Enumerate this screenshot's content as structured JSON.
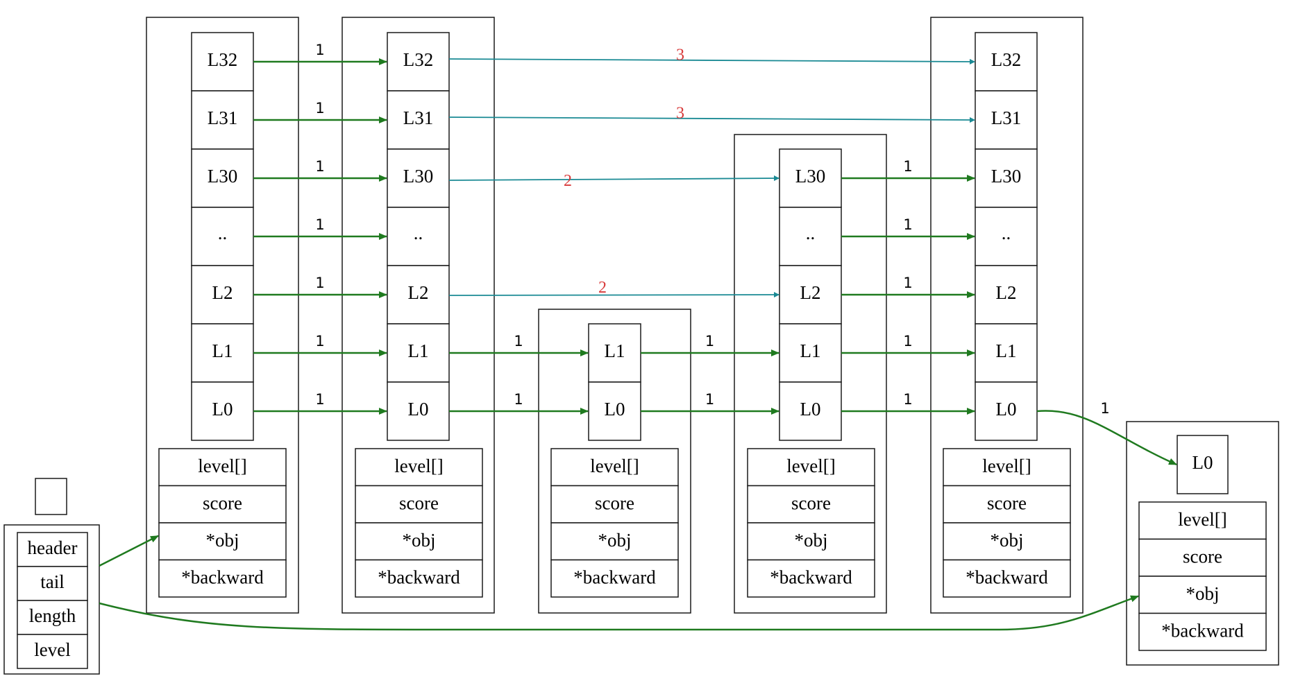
{
  "zskiplist": {
    "fields": [
      "header",
      "tail",
      "length",
      "level"
    ]
  },
  "node_fields": [
    "level[]",
    "score",
    "*obj",
    "*backward"
  ],
  "nodes": [
    {
      "levels": [
        "L32",
        "L31",
        "L30",
        "..",
        "L2",
        "L1",
        "L0"
      ]
    },
    {
      "levels": [
        "L32",
        "L31",
        "L30",
        "..",
        "L2",
        "L1",
        "L0"
      ]
    },
    {
      "levels": [
        "L1",
        "L0"
      ]
    },
    {
      "levels": [
        "L30",
        "..",
        "L2",
        "L1",
        "L0"
      ]
    },
    {
      "levels": [
        "L32",
        "L31",
        "L30",
        "..",
        "L2",
        "L1",
        "L0"
      ]
    },
    {
      "levels": [
        "L0"
      ]
    }
  ],
  "edges": [
    {
      "from": [
        0,
        "L32"
      ],
      "to": [
        1,
        "L32"
      ],
      "span": "1",
      "style": "green"
    },
    {
      "from": [
        0,
        "L31"
      ],
      "to": [
        1,
        "L31"
      ],
      "span": "1",
      "style": "green"
    },
    {
      "from": [
        0,
        "L30"
      ],
      "to": [
        1,
        "L30"
      ],
      "span": "1",
      "style": "green"
    },
    {
      "from": [
        0,
        ".."
      ],
      "to": [
        1,
        ".."
      ],
      "span": "1",
      "style": "green"
    },
    {
      "from": [
        0,
        "L2"
      ],
      "to": [
        1,
        "L2"
      ],
      "span": "1",
      "style": "green"
    },
    {
      "from": [
        0,
        "L1"
      ],
      "to": [
        1,
        "L1"
      ],
      "span": "1",
      "style": "green"
    },
    {
      "from": [
        0,
        "L0"
      ],
      "to": [
        1,
        "L0"
      ],
      "span": "1",
      "style": "green"
    },
    {
      "from": [
        1,
        "L32"
      ],
      "to": [
        4,
        "L32"
      ],
      "span": "3",
      "style": "teal"
    },
    {
      "from": [
        1,
        "L31"
      ],
      "to": [
        4,
        "L31"
      ],
      "span": "3",
      "style": "teal"
    },
    {
      "from": [
        1,
        "L30"
      ],
      "to": [
        3,
        "L30"
      ],
      "span": "2",
      "style": "teal"
    },
    {
      "from": [
        1,
        "L2"
      ],
      "to": [
        3,
        "L2"
      ],
      "span": "2",
      "style": "teal"
    },
    {
      "from": [
        1,
        "L1"
      ],
      "to": [
        2,
        "L1"
      ],
      "span": "1",
      "style": "green"
    },
    {
      "from": [
        1,
        "L0"
      ],
      "to": [
        2,
        "L0"
      ],
      "span": "1",
      "style": "green"
    },
    {
      "from": [
        2,
        "L1"
      ],
      "to": [
        3,
        "L1"
      ],
      "span": "1",
      "style": "green"
    },
    {
      "from": [
        2,
        "L0"
      ],
      "to": [
        3,
        "L0"
      ],
      "span": "1",
      "style": "green"
    },
    {
      "from": [
        3,
        "L30"
      ],
      "to": [
        4,
        "L30"
      ],
      "span": "1",
      "style": "green"
    },
    {
      "from": [
        3,
        ".."
      ],
      "to": [
        4,
        ".."
      ],
      "span": "1",
      "style": "green"
    },
    {
      "from": [
        3,
        "L2"
      ],
      "to": [
        4,
        "L2"
      ],
      "span": "1",
      "style": "green"
    },
    {
      "from": [
        3,
        "L1"
      ],
      "to": [
        4,
        "L1"
      ],
      "span": "1",
      "style": "green"
    },
    {
      "from": [
        3,
        "L0"
      ],
      "to": [
        4,
        "L0"
      ],
      "span": "1",
      "style": "green"
    },
    {
      "from": [
        4,
        "L0"
      ],
      "to": [
        5,
        "L0"
      ],
      "span": "1",
      "style": "green"
    }
  ],
  "pointers": [
    {
      "from": "header",
      "to_node": 0
    },
    {
      "from": "tail",
      "to_node": 5
    }
  ],
  "colors": {
    "edge": "#1f7a1f",
    "long_edge": "#1a8a94",
    "span_label": "#d83a3a"
  }
}
